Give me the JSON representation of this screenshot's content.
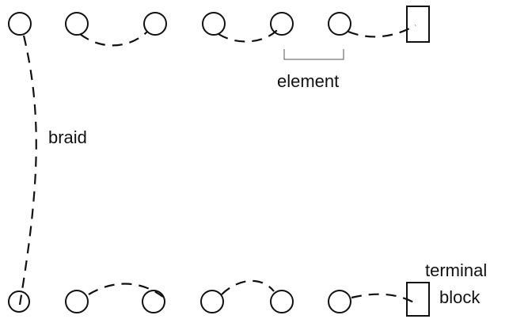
{
  "diagram": {
    "labels": {
      "element": "element",
      "braid": "braid",
      "terminal_line1": "terminal",
      "terminal_line2": "block"
    }
  }
}
